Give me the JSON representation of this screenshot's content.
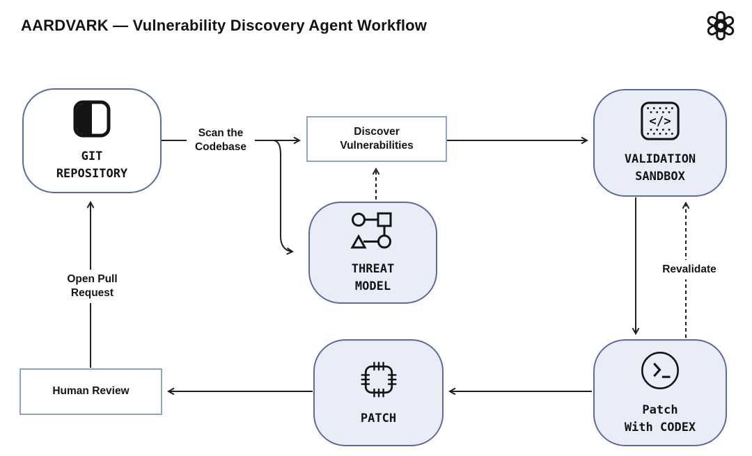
{
  "header": {
    "title": "AARDVARK — Vulnerability Discovery Agent Workflow",
    "logo_icon": "openai-logo"
  },
  "colors": {
    "background": "#ffffff",
    "shaded_node_fill": "#e9edf8",
    "rounded_node_border": "#5a6a9d",
    "rect_node_border": "#8fa0cf",
    "text": "#141414",
    "arrow": "#1f1f1f"
  },
  "nodes": [
    {
      "id": "git-repository",
      "label": "GIT\nREPOSITORY",
      "icon": "git-repository-icon",
      "shape": "rounded",
      "fill": "white"
    },
    {
      "id": "discover-vulnerabilities",
      "label": "Discover\nVulnerabilities",
      "icon": null,
      "shape": "rect",
      "fill": "white"
    },
    {
      "id": "validation-sandbox",
      "label": "VALIDATION\nSANDBOX",
      "icon": "sandbox-code-icon",
      "shape": "rounded",
      "fill": "shaded"
    },
    {
      "id": "threat-model",
      "label": "THREAT\nMODEL",
      "icon": "threat-model-icon",
      "shape": "rounded",
      "fill": "shaded"
    },
    {
      "id": "patch-with-codex",
      "label": "Patch\nWith CODEX",
      "icon": "terminal-icon",
      "shape": "rounded",
      "fill": "shaded"
    },
    {
      "id": "patch",
      "label": "PATCH",
      "icon": "patch-icon",
      "shape": "rounded",
      "fill": "shaded"
    },
    {
      "id": "human-review",
      "label": "Human Review",
      "icon": null,
      "shape": "rect",
      "fill": "white"
    }
  ],
  "edges": [
    {
      "from": "git-repository",
      "to": "discover-vulnerabilities",
      "style": "solid",
      "label": "Scan the\nCodebase"
    },
    {
      "from": "git-repository",
      "to": "threat-model",
      "style": "solid",
      "label": null
    },
    {
      "from": "threat-model",
      "to": "discover-vulnerabilities",
      "style": "dashed",
      "label": null
    },
    {
      "from": "discover-vulnerabilities",
      "to": "validation-sandbox",
      "style": "solid",
      "label": null
    },
    {
      "from": "validation-sandbox",
      "to": "patch-with-codex",
      "style": "solid",
      "label": null
    },
    {
      "from": "patch-with-codex",
      "to": "validation-sandbox",
      "style": "dashed",
      "label": "Revalidate"
    },
    {
      "from": "patch-with-codex",
      "to": "patch",
      "style": "solid",
      "label": null
    },
    {
      "from": "patch",
      "to": "human-review",
      "style": "solid",
      "label": null
    },
    {
      "from": "human-review",
      "to": "git-repository",
      "style": "solid",
      "label": "Open Pull\nRequest"
    }
  ]
}
